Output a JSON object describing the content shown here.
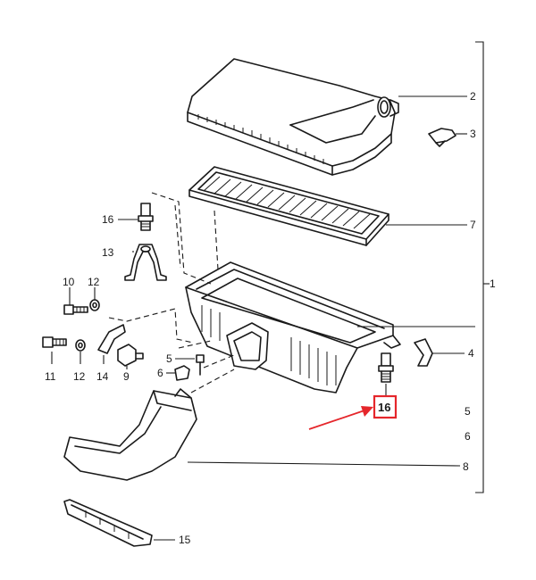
{
  "diagram": {
    "callouts": {
      "c1": "1",
      "c2": "2",
      "c3": "3",
      "c4": "4",
      "c5_right": "5",
      "c6_right": "6",
      "c7": "7",
      "c8": "8",
      "c9": "9",
      "c10": "10",
      "c11": "11",
      "c12_top": "12",
      "c12_bottom": "12",
      "c13": "13",
      "c14": "14",
      "c15": "15",
      "c16_left": "16",
      "c16_highlight": "16",
      "c5_left": "5",
      "c6_left": "6"
    },
    "highlight": {
      "color": "#e5262b"
    },
    "line_color": "#1a1a1a"
  }
}
